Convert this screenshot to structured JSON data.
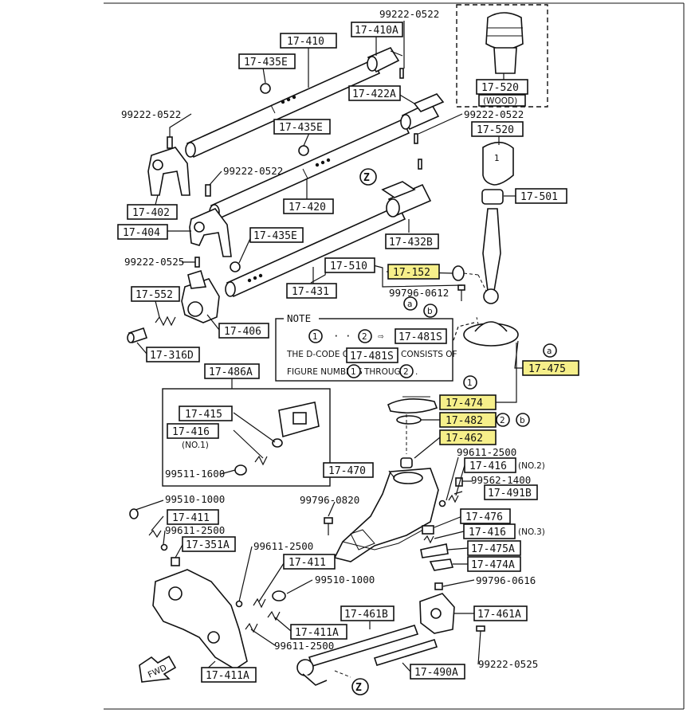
{
  "labels": {
    "l17_410": "17-410",
    "l17_410A": "17-410A",
    "l99222_0522_a": "99222-0522",
    "l17_435E_a": "17-435E",
    "l17_422A": "17-422A",
    "l99222_0522_b": "99222-0522",
    "l17_435E_b": "17-435E",
    "l99222_0522_c": "99222-0522",
    "l99222_0522_d": "99222-0522",
    "l17_420": "17-420",
    "l17_402": "17-402",
    "l17_404": "17-404",
    "l17_435E_c": "17-435E",
    "l17_432B": "17-432B",
    "l99222_0525_a": "99222-0525",
    "l17_510": "17-510",
    "l17_152": "17-152",
    "l99796_0612": "99796-0612",
    "l17_431": "17-431",
    "l17_552": "17-552",
    "l17_406": "17-406",
    "l17_316D": "17-316D",
    "l17_486A": "17-486A",
    "l17_415": "17-415",
    "l17_416_a": "17-416",
    "no1": "(NO.1)",
    "l99511_1600": "99511-1600",
    "l17_520_wood": "17-520",
    "wood": "(WOOD)",
    "l17_520": "17-520",
    "l17_501": "17-501",
    "l17_475": "17-475",
    "l17_474": "17-474",
    "l17_482": "17-482",
    "l17_462": "17-462",
    "l17_470": "17-470",
    "l99611_2500_a": "99611-2500",
    "l17_416_b": "17-416",
    "no2": "(NO.2)",
    "l99562_1400": "99562-1400",
    "l17_491B": "17-491B",
    "l99796_0820": "99796-0820",
    "l17_476": "17-476",
    "l17_416_c": "17-416",
    "no3": "(NO.3)",
    "l17_475A": "17-475A",
    "l17_474A": "17-474A",
    "l99796_0616": "99796-0616",
    "l99510_1000_a": "99510-1000",
    "l17_411_a": "17-411",
    "l99611_2500_b": "99611-2500",
    "l17_351A": "17-351A",
    "l99611_2500_c": "99611-2500",
    "l17_411_b": "17-411",
    "l99510_1000_b": "99510-1000",
    "l17_461B": "17-461B",
    "l17_461A": "17-461A",
    "l17_411A_lower": "17-411A",
    "l99611_2500_d": "99611-2500",
    "l99222_0525_b": "99222-0525",
    "l17_490A": "17-490A",
    "l17_411A": "17-411A",
    "fwd": "FWD"
  },
  "note": {
    "title": "NOTE",
    "c1": "1",
    "dots": "· · ·",
    "c2": "2",
    "arrow": "⇨",
    "code": "17-481S",
    "line2a": "THE D-CODE OF",
    "line2code": "17-481S",
    "line2b": "CONSISTS OF",
    "line3a": "FIGURE NUMBERS",
    "line3n1": "1",
    "line3mid": "THROUGH",
    "line3n2": "2",
    "line3end": "."
  },
  "callouts": {
    "z": "Z",
    "a": "a",
    "b": "b",
    "one": "1",
    "two": "2"
  },
  "colors": {
    "highlight": "#f6ef8a",
    "ink": "#111111"
  }
}
